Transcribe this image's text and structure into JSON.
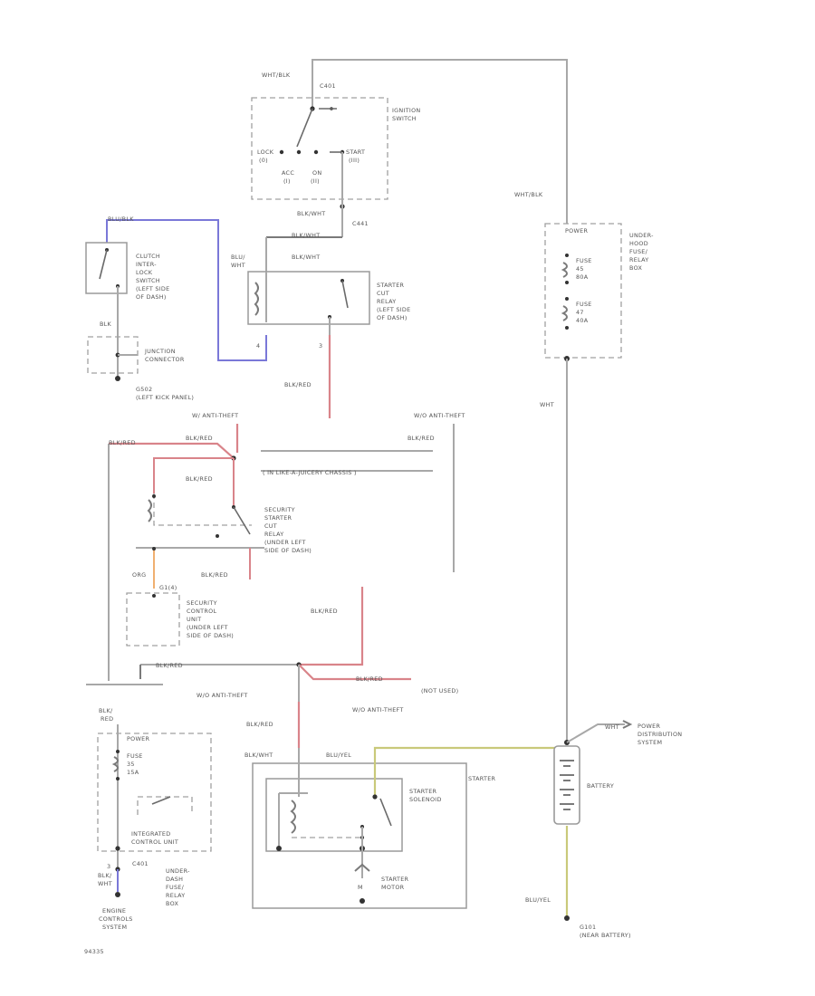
{
  "colors": {
    "wire_gray": "#a8a8a8",
    "wire_blue": "#7a78d8",
    "wire_red": "#d9848a",
    "wire_yellow": "#c9c97a",
    "wire_orange": "#f0b070"
  },
  "ignition": {
    "wire_top": "WHT/BLK",
    "conn": "C401",
    "name": [
      "IGNITION",
      "SWITCH"
    ],
    "lock": [
      "LOCK",
      "(0)"
    ],
    "acc": [
      "ACC",
      "(I)"
    ],
    "on": [
      "ON",
      "(II)"
    ],
    "start": [
      "START",
      "(III)"
    ]
  },
  "underhood_right": {
    "wire_top": "WHT/BLK",
    "power_label": "POWER",
    "name": [
      "UNDER-",
      "HOOD",
      "FUSE/",
      "RELAY",
      "BOX"
    ],
    "fuse1": [
      "FUSE",
      "45",
      "80A"
    ],
    "fuse2": [
      "FUSE",
      "47",
      "40A"
    ],
    "wire_bottom": "WHT"
  },
  "clutch": {
    "wire_top": "BLU/BLK",
    "name": [
      "CLUTCH",
      "INTER-",
      "LOCK",
      "SWITCH",
      "(LEFT SIDE",
      "OF DASH)"
    ],
    "wire": "BLK",
    "junction": [
      "JUNCTION",
      "CONNECTOR"
    ],
    "ground": [
      "G502",
      "(LEFT KICK PANEL)"
    ]
  },
  "starter_cut": {
    "wire_in": "BLK/WHT",
    "conn": "C441",
    "wire_in2": "BLK/WHT",
    "wire_left": [
      "BLU/",
      "WHT"
    ],
    "wire_mid": "BLK/WHT",
    "name": [
      "STARTER",
      "CUT",
      "RELAY",
      "(LEFT SIDE",
      "OF DASH)"
    ],
    "pin_left": "4",
    "pin_right": "3",
    "wire_out": "BLK/RED"
  },
  "security": {
    "anti_theft_left": "W/ ANTI-THEFT",
    "anti_theft_right": "W/O ANTI-THEFT",
    "wire_top": "BLK/RED",
    "wire_a": "BLK/RED",
    "wire_b": "BLK/RED",
    "wire_right_top": "BLK/RED",
    "legend": "( IN LIKE-A-JUICERY CHASSIS )",
    "relay_name": [
      "SECURITY",
      "STARTER",
      "CUT",
      "RELAY",
      "(UNDER LEFT",
      "SIDE OF DASH)"
    ],
    "wire_c": "BLK/RED",
    "wire_org": "ORG",
    "gnd": "G1(4)",
    "control_name": [
      "SECURITY",
      "CONTROL",
      "UNIT",
      "(UNDER LEFT",
      "SIDE OF DASH)"
    ]
  },
  "lower": {
    "wire_red_mid": "BLK/RED",
    "wire_red_h": "BLK/RED",
    "wire_red_r": "BLK/RED",
    "not_used": "(NOT USED)",
    "anti_theft_a": "W/O ANTI-THEFT",
    "anti_theft_b": "W/O ANTI-THEFT",
    "wire_to_starter": "BLK/RED",
    "blk_red_left": [
      "BLK/",
      "RED"
    ]
  },
  "integrated": {
    "power": "POWER",
    "fuse": [
      "FUSE",
      "35",
      "15A"
    ],
    "name": [
      "INTEGRATED",
      "CONTROL UNIT"
    ],
    "conn": "C401",
    "underdash": [
      "UNDER-",
      "DASH",
      "FUSE/",
      "RELAY",
      "BOX"
    ],
    "pin": "3",
    "wire": [
      "BLK/",
      "WHT"
    ],
    "engine": [
      "ENGINE",
      "CONTROLS",
      "SYSTEM"
    ],
    "fig_id": "94335"
  },
  "starter": {
    "wire_blkwht": "BLK/WHT",
    "wire_bluyel": "BLU/YEL",
    "name": "STARTER",
    "solenoid": [
      "STARTER",
      "SOLENOID"
    ],
    "motor": [
      "STARTER",
      "MOTOR"
    ],
    "motor_sym": "M"
  },
  "battery": {
    "wht": "WHT",
    "pd": [
      "POWER",
      "DISTRIBUTION",
      "SYSTEM"
    ],
    "name": "BATTERY",
    "wire": "BLU/YEL",
    "ground": [
      "G101",
      "(NEAR BATTERY)"
    ]
  }
}
